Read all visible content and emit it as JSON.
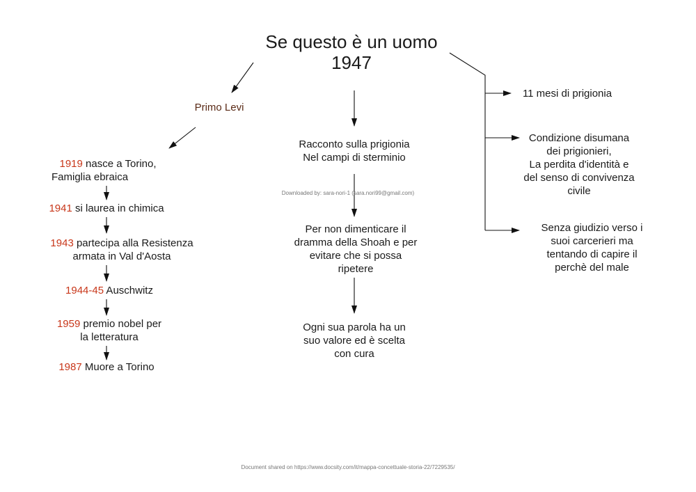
{
  "title": {
    "line1": "Se questo è un uomo",
    "line2": "1947"
  },
  "author": "Primo Levi",
  "timeline": [
    {
      "year": "1919",
      "text_a": " nasce a Torino,",
      "text_b": "Famiglia ebraica"
    },
    {
      "year": "1941",
      "text_a": " si laurea in chimica",
      "text_b": ""
    },
    {
      "year": "1943",
      "text_a": " partecipa alla Resistenza",
      "text_b": "armata in Val d'Aosta"
    },
    {
      "year": "1944-45",
      "text_a": " Auschwitz",
      "text_b": ""
    },
    {
      "year": "1959",
      "text_a": " premio nobel per",
      "text_b": "la letteratura"
    },
    {
      "year": "1987",
      "text_a": " Muore a Torino",
      "text_b": ""
    }
  ],
  "center": [
    {
      "lines": [
        "Racconto sulla prigionia",
        "Nel campi di sterminio"
      ]
    },
    {
      "lines": [
        "Per non dimenticare il",
        "dramma della Shoah e per",
        "evitare che si possa",
        "ripetere"
      ]
    },
    {
      "lines": [
        "Ogni sua parola ha un",
        "suo valore ed è scelta",
        "con cura"
      ]
    }
  ],
  "right": [
    {
      "lines": [
        "11 mesi di prigionia"
      ]
    },
    {
      "lines": [
        "Condizione disumana",
        "dei prigionieri,",
        "La perdita d'identità e",
        "del senso di convivenza",
        "civile"
      ]
    },
    {
      "lines": [
        "Senza giudizio verso i",
        "suoi carcerieri ma",
        "tentando di capire il",
        "perchè del male"
      ]
    }
  ],
  "watermark": "Downloaded by: sara-nori-1 (sara.nori99@gmail.com)",
  "footer": "Document shared on https://www.docsity.com/it/mappa-concettuale-storia-22/7229535/"
}
